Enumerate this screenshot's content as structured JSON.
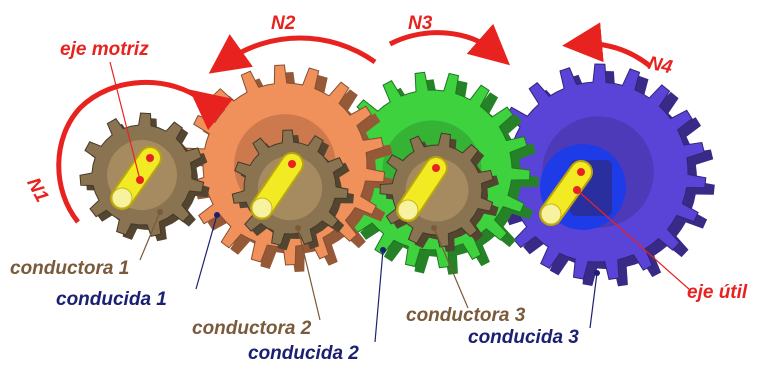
{
  "labels": {
    "eje_motriz": "eje motriz",
    "eje_util": "eje útil",
    "n1": "N1",
    "n2": "N2",
    "n3": "N3",
    "n4": "N4",
    "conductora_1": "conductora 1",
    "conducida_1": "conducida 1",
    "conductora_2": "conductora 2",
    "conducida_2": "conducida 2",
    "conductora_3": "conductora 3",
    "conducida_3": "conducida 3"
  },
  "colors": {
    "gear_brown": "#8a7350",
    "gear_orange": "#f0905a",
    "gear_green": "#3ed23e",
    "gear_blue": "#5a44d8",
    "shaft_yellow": "#f2ea22",
    "arrow_red": "#e8231f",
    "text_brown": "#7a5a3a",
    "text_navy": "#1c2070"
  }
}
